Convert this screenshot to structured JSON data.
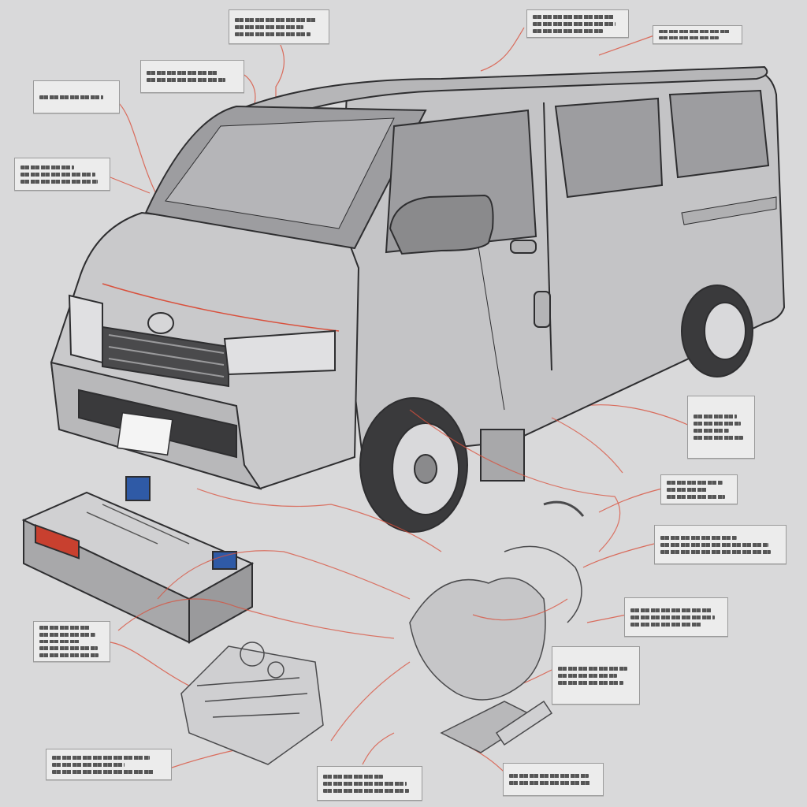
{
  "figure": {
    "subject": "van-wiring-diagram",
    "palette": {
      "background": "#d9d9da",
      "body": "#c4c4c6",
      "body_dark": "#8a8a8c",
      "outline": "#2e2e30",
      "wire": "#d9503c",
      "glass": "#9d9da0",
      "tire": "#3a3a3c",
      "module_red": "#c8402f",
      "module_blue": "#2f5aa6",
      "label_bg": "#ececec"
    }
  },
  "callouts": [
    {
      "id": "c1",
      "lines": 3
    },
    {
      "id": "c2",
      "lines": 2
    },
    {
      "id": "c3",
      "lines": 1
    },
    {
      "id": "c4",
      "lines": 3
    },
    {
      "id": "c5",
      "lines": 3
    },
    {
      "id": "c6",
      "lines": 2
    },
    {
      "id": "c7",
      "lines": 4
    },
    {
      "id": "c8",
      "lines": 3
    },
    {
      "id": "c9",
      "lines": 3
    },
    {
      "id": "c10",
      "lines": 3
    },
    {
      "id": "c11",
      "lines": 3
    },
    {
      "id": "c12",
      "lines": 5
    },
    {
      "id": "c13",
      "lines": 3
    },
    {
      "id": "c14",
      "lines": 3
    },
    {
      "id": "c15",
      "lines": 2
    }
  ]
}
